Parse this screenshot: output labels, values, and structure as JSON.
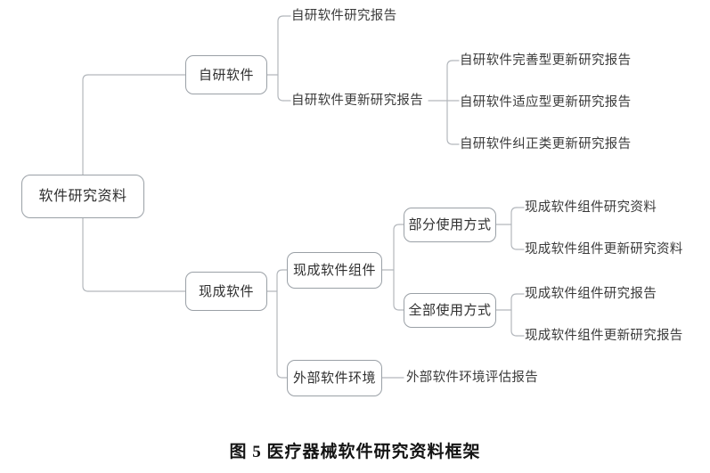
{
  "figure": {
    "caption": "图 5  医疗器械软件研究资料框架",
    "caption_number": "图 5",
    "caption_title": "医疗器械软件研究资料框架"
  },
  "colors": {
    "background": "#ffffff",
    "connector_line": "#b3b7bc",
    "box_border": "#9aa0a6",
    "box_text": "#2f2f2f",
    "leaf_text": "#3a3a3a",
    "caption_text": "#141414"
  },
  "diagram": {
    "type": "tree",
    "orientation": "left-to-right",
    "root": {
      "label": "软件研究资料"
    },
    "nodes": {
      "self_developed": "自研软件",
      "off_the_shelf": "现成软件",
      "ots_component": "现成软件组件",
      "external_env": "外部软件环境",
      "partial_use": "部分使用方式",
      "full_use": "全部使用方式"
    },
    "leaves": {
      "sd_research_report": "自研软件研究报告",
      "sd_update_report": "自研软件更新研究报告",
      "sd_perfective": "自研软件完善型更新研究报告",
      "sd_adaptive": "自研软件适应型更新研究报告",
      "sd_corrective": "自研软件纠正类更新研究报告",
      "ots_partial_data": "现成软件组件研究资料",
      "ots_partial_update_data": "现成软件组件更新研究资料",
      "ots_full_report": "现成软件组件研究报告",
      "ots_full_update_report": "现成软件组件更新研究报告",
      "ext_env_report": "外部软件环境评估报告"
    },
    "branches": [
      {
        "name": "自研软件",
        "children": [
          "自研软件研究报告",
          "自研软件更新研究报告"
        ]
      },
      {
        "name": "自研软件更新研究报告",
        "children": [
          "自研软件完善型更新研究报告",
          "自研软件适应型更新研究报告",
          "自研软件纠正类更新研究报告"
        ]
      },
      {
        "name": "现成软件",
        "children": [
          "现成软件组件",
          "外部软件环境"
        ]
      },
      {
        "name": "现成软件组件",
        "children": [
          "部分使用方式",
          "全部使用方式"
        ]
      },
      {
        "name": "部分使用方式",
        "children": [
          "现成软件组件研究资料",
          "现成软件组件更新研究资料"
        ]
      },
      {
        "name": "全部使用方式",
        "children": [
          "现成软件组件研究报告",
          "现成软件组件更新研究报告"
        ]
      },
      {
        "name": "外部软件环境",
        "children": [
          "外部软件环境评估报告"
        ]
      }
    ]
  }
}
